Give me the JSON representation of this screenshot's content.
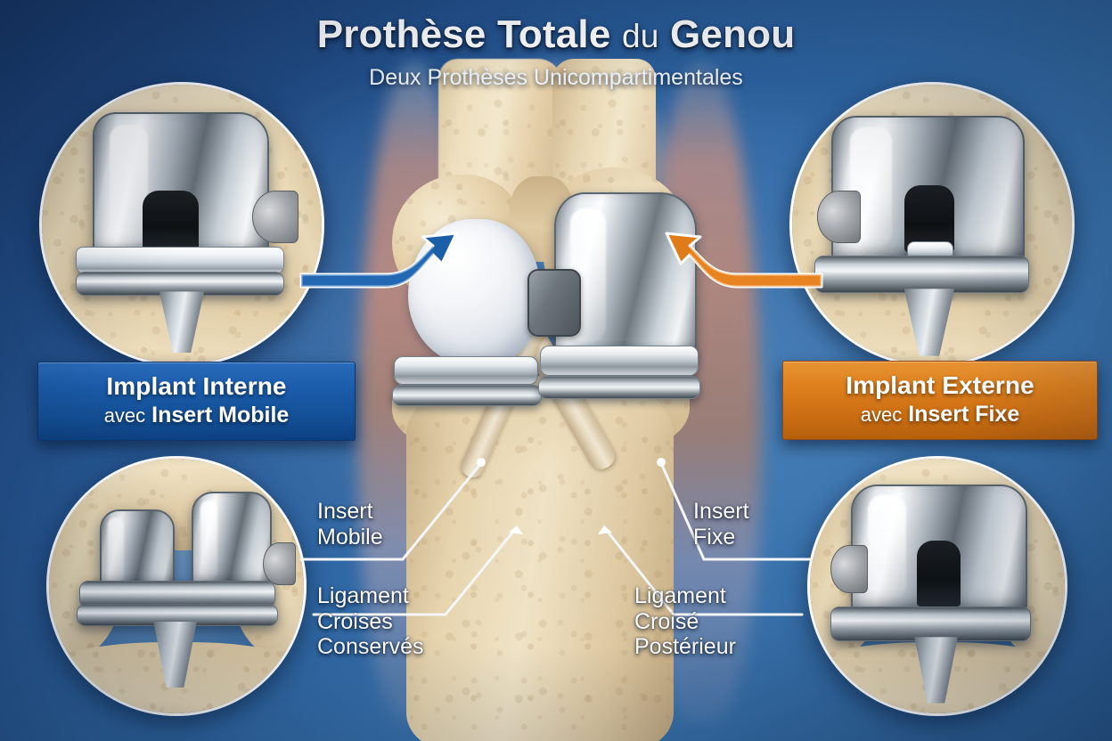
{
  "poster": {
    "title_part1": "Prothèse Totale",
    "title_du": "du",
    "title_part2": "Genou",
    "subtitle": "Deux Prothèses Unicompartimentales",
    "background_color_top_left": "#1b3a6b",
    "background_color_top_right": "#3570ab",
    "background_color_bottom": "#2d6199"
  },
  "labels": {
    "left": {
      "line1": "Implant Interne",
      "line2_thin": "avec",
      "line2_bold": "Insert Mobile",
      "color": "#1b5cab"
    },
    "right": {
      "line1": "Implant Externe",
      "line2_thin": "avec",
      "line2_bold": "Insert Fixe",
      "color": "#dd7f1c"
    }
  },
  "arrows": [
    {
      "name": "blue-arrow",
      "direction": "right",
      "color": "#1b5fa8",
      "outline": "#ffffff"
    },
    {
      "name": "orange-arrow",
      "direction": "left",
      "color": "#e07b1a",
      "outline": "#ffffff"
    }
  ],
  "annotations": {
    "insert_mobile": {
      "line1": "Insert",
      "line2": "Mobile"
    },
    "ligament_left": {
      "line1": "Ligament",
      "line2": "Croises",
      "line3": "Conservés"
    },
    "insert_fixe": {
      "line1": "Insert",
      "line2": "Fixe"
    },
    "ligament_right": {
      "line1": "Ligament",
      "line2": "Croisé",
      "line3": "Postérieur"
    }
  },
  "insets": [
    {
      "name": "inset-top-left",
      "view": "medial implant close-up, mobile bearing"
    },
    {
      "name": "inset-top-right",
      "view": "lateral implant close-up, fixed bearing"
    },
    {
      "name": "inset-bottom-left",
      "view": "anterior view of bicompartmental implant"
    },
    {
      "name": "inset-bottom-right",
      "view": "posterior view of implant with porous peg"
    }
  ],
  "central_illustration": {
    "name": "knee-anatomy",
    "description": "Cutaway knee joint with femur, tibia, cruciate ligaments, white mobile insert on medial side and metallic fixed-bearing component on lateral side"
  }
}
